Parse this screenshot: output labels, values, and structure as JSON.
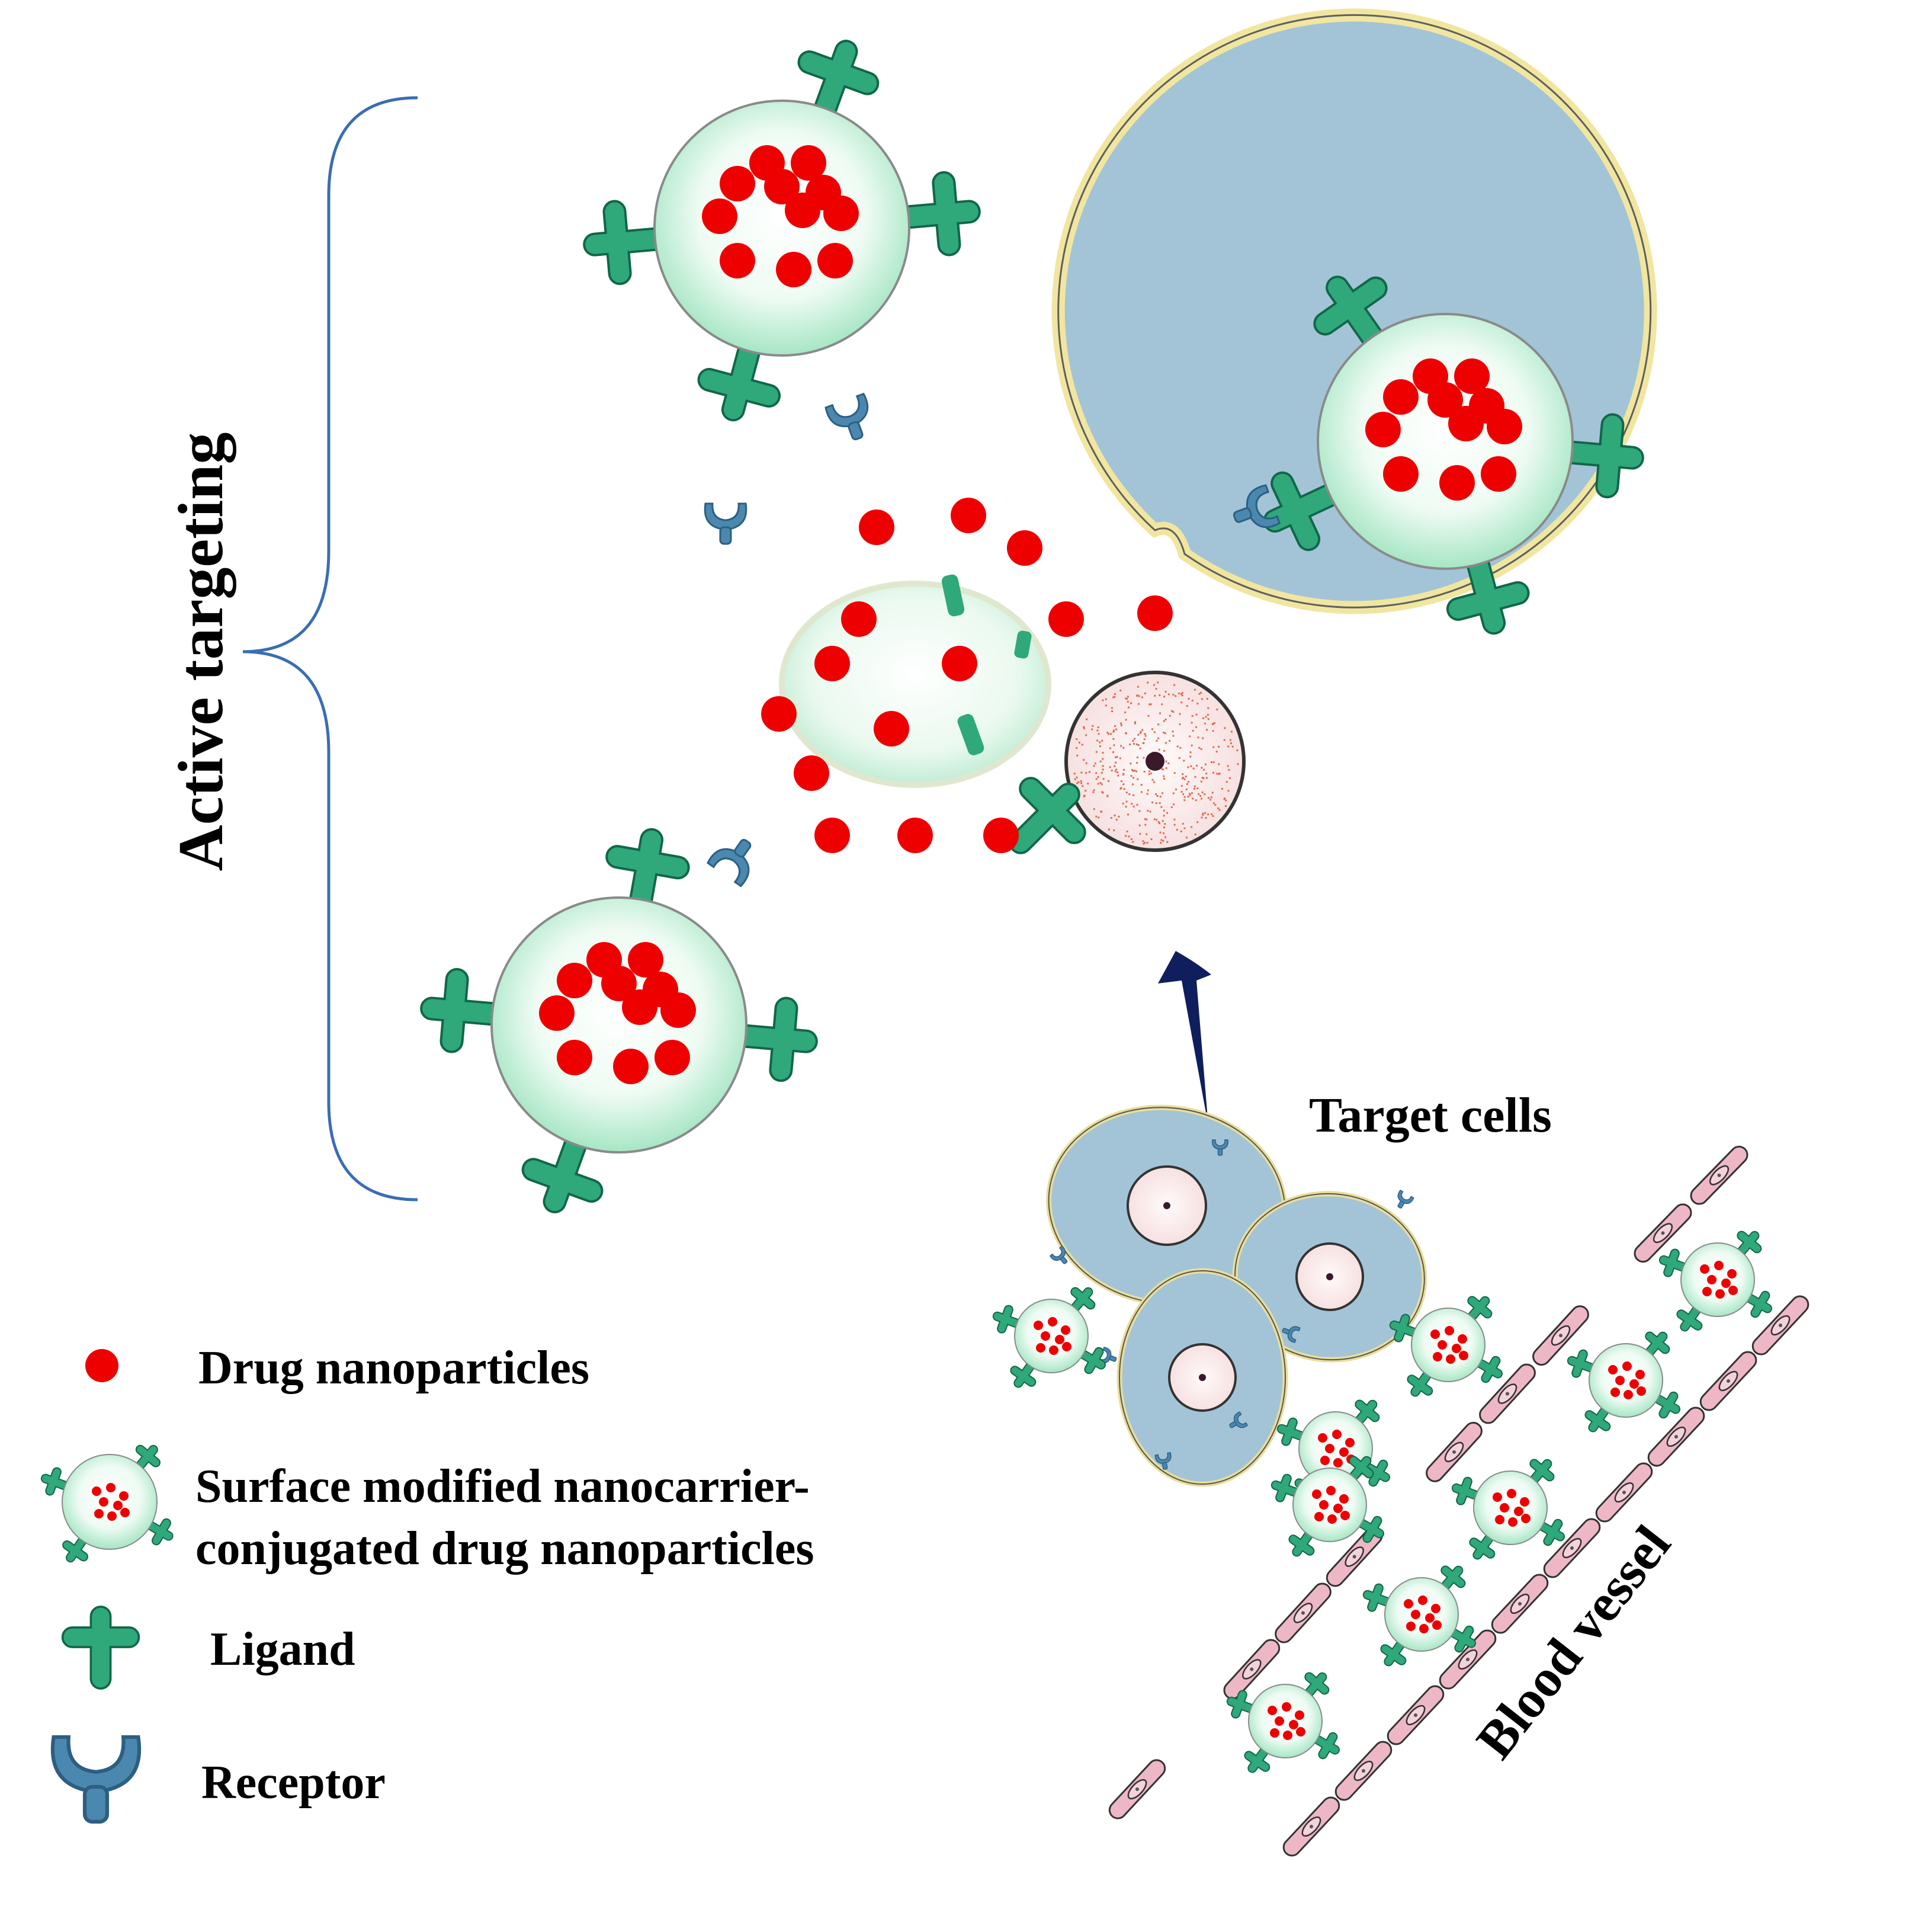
{
  "labels": {
    "active_targeting": "Active targeting",
    "target_cells": "Target cells",
    "blood_vessel": "Blood vessel"
  },
  "legend": [
    {
      "icon": "drug-nanoparticle-icon",
      "lines": [
        "Drug nanoparticles"
      ]
    },
    {
      "icon": "nanocarrier-icon",
      "lines": [
        "Surface modified nanocarrier-",
        "conjugated drug nanoparticles"
      ]
    },
    {
      "icon": "ligand-icon",
      "lines": [
        "Ligand"
      ]
    },
    {
      "icon": "receptor-icon",
      "lines": [
        "Receptor"
      ]
    }
  ],
  "colors": {
    "drug": "#ee0000",
    "ligand": "#2fa87a",
    "ligand_stroke": "#11664a",
    "receptor": "#4b88b0",
    "cell_cytoplasm": "#a3c4d6",
    "cell_membrane": "#f1e6a0",
    "carrier_fill": "#e4f8ec",
    "carrier_edge": "#9fe0be",
    "nucleus": "#fbeeee",
    "vessel_cell": "#eeb7c6",
    "arrow": "#0f1e5c",
    "bracket": "#3a6db3"
  }
}
